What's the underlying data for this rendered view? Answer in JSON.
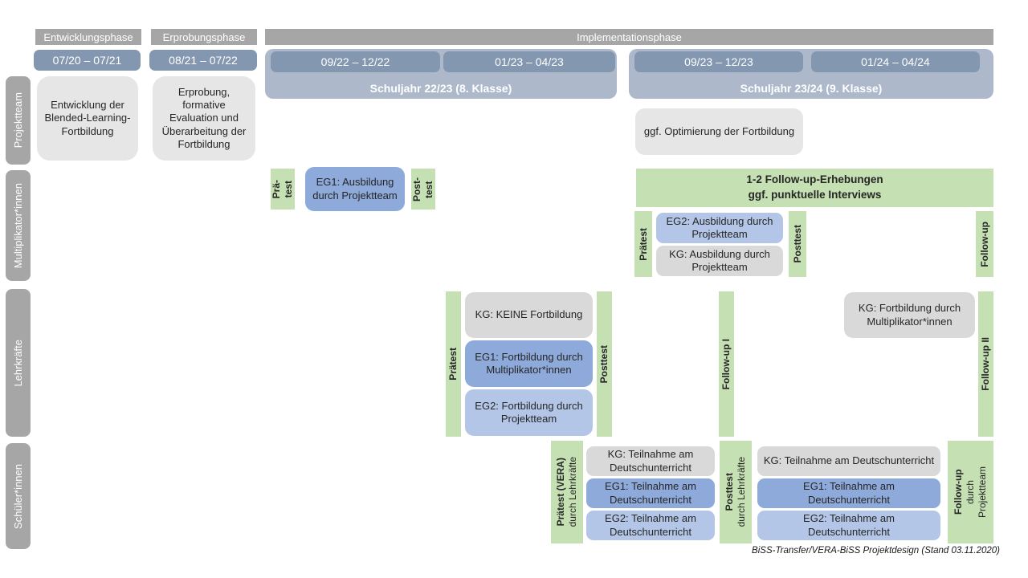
{
  "colors": {
    "header_gray": "#a6a6a6",
    "side_label_gray": "#a6a6a6",
    "date_bar_blue": "#8497b0",
    "school_year_blue": "#adb9ca",
    "box_light_gray": "#e7e6e6",
    "box_kg_gray": "#d9d9d9",
    "box_eg1_blue": "#8eaadb",
    "box_eg2_blue": "#b4c6e7",
    "box_green": "#c5e0b3",
    "text_dark": "#262626"
  },
  "phase_headers": {
    "entwicklung": "Entwicklungsphase",
    "erprobung": "Erprobungsphase",
    "implementation": "Implementationsphase"
  },
  "periods": {
    "entwicklung": "07/20 – 07/21",
    "erprobung": "08/21 – 07/22",
    "impl_1": "09/22 – 12/22",
    "impl_2": "01/23 – 04/23",
    "impl_3": "09/23 – 12/23",
    "impl_4": "01/24 – 04/24"
  },
  "school_years": {
    "sy_22_23": "Schuljahr 22/23 (8. Klasse)",
    "sy_23_24": "Schuljahr 23/24 (9. Klasse)"
  },
  "row_labels": {
    "projektteam": "Projektteam",
    "multiplikatoren": "Multiplikator*innen",
    "lehrkraefte": "Lehrkräfte",
    "schueler": "Schüler*innen"
  },
  "projektteam": {
    "entwicklung_box": "Entwicklung der Blended-Learning-Fortbildung",
    "erprobung_box": "Erprobung, formative Evaluation und Überarbeitung der Fortbildung",
    "optimierung_box": "ggf. Optimierung der Fortbildung"
  },
  "multiplikatoren": {
    "praetest_1": "Prä-\ntest",
    "eg1_box": "EG1: Ausbildung durch Projektteam",
    "posttest_1": "Post-\ntest",
    "followup_banner": "1-2 Follow-up-Erhebungen\nggf. punktuelle Interviews",
    "praetest_2": "Prätest",
    "eg2_box": "EG2: Ausbildung durch Projektteam",
    "kg_box": "KG: Ausbildung durch Projektteam",
    "posttest_2": "Posttest",
    "followup": "Follow-up"
  },
  "lehrkraefte": {
    "praetest": "Prätest",
    "kg_box": "KG: KEINE Fortbildung",
    "eg1_box": "EG1: Fortbildung durch Multiplikator*innen",
    "eg2_box": "EG2: Fortbildung durch Projektteam",
    "posttest": "Posttest",
    "followup_1": "Follow-up I",
    "kg_box_2": "KG: Fortbildung durch Multiplikator*innen",
    "followup_2": "Follow-up II"
  },
  "schueler": {
    "praetest_line1": "Prätest (VERA)",
    "praetest_line2": "durch Lehrkräfte",
    "kg_box_1": "KG: Teilnahme am Deutschunterricht",
    "eg1_box_1": "EG1: Teilnahme am Deutschunterricht",
    "eg2_box_1": "EG2: Teilnahme am Deutschunterricht",
    "posttest_line1": "Posttest",
    "posttest_line2": "durch Lehrkräfte",
    "kg_box_2": "KG: Teilnahme am Deutschunterricht",
    "eg1_box_2": "EG1: Teilnahme am Deutschunterricht",
    "eg2_box_2": "EG2: Teilnahme am Deutschunterricht",
    "followup_line1": "Follow-up",
    "followup_line2": "durch\nProjektteam"
  },
  "caption": "BiSS-Transfer/VERA-BiSS Projektdesign (Stand 03.11.2020)"
}
